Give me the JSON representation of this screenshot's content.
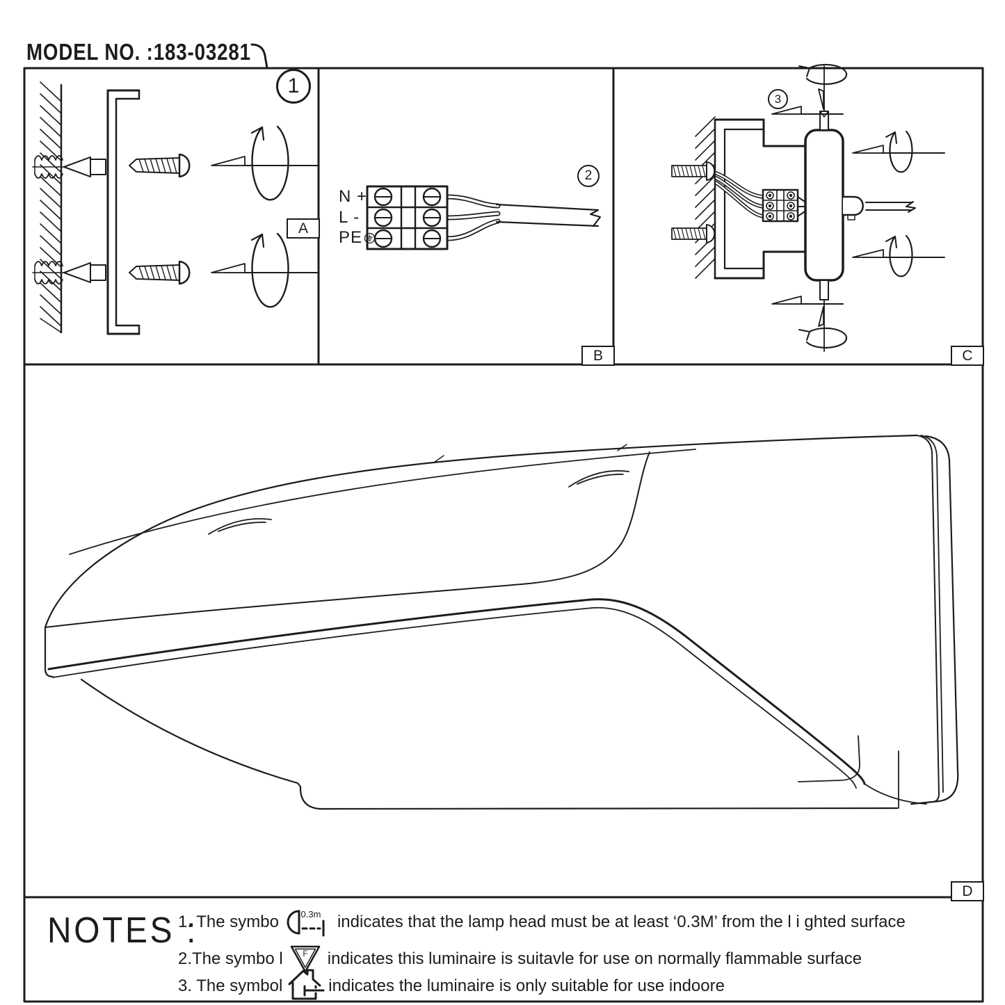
{
  "sheet": {
    "model_label": "MODEL NO. :183-03281",
    "colors": {
      "ink": "#1c1c1c",
      "paper": "#ffffff"
    }
  },
  "panels": {
    "a": {
      "step": "1",
      "label": "A",
      "drawing": "wall-anchors-bracket-screws"
    },
    "b": {
      "step": "2",
      "label": "B",
      "drawing": "terminal-block-wiring",
      "terminals": [
        {
          "name": "N +"
        },
        {
          "name": "L -"
        },
        {
          "name": "PE",
          "icon": "earth-icon"
        }
      ]
    },
    "c": {
      "step": "3",
      "label": "C",
      "drawing": "bracket-mounted-rotation"
    },
    "d": {
      "label": "D",
      "drawing": "luminaire-outline"
    }
  },
  "notes": {
    "heading": "NOTES :",
    "items": [
      {
        "before": "1. The symbo",
        "icon": "min-distance-icon",
        "icon_text": "0.3m",
        "after": "indicates that the lamp head must be at least ‘0.3M’ from the l i ghted surface"
      },
      {
        "before": "2.The symbo l",
        "icon": "flammable-f-triangle-icon",
        "icon_letter": "F",
        "after": "indicates this luminaire is suitavle for use on normally flammable surface"
      },
      {
        "before": "3. The symbol",
        "icon": "indoor-use-house-icon",
        "after": "indicates the luminaire is only suitable for use indoore"
      }
    ]
  }
}
